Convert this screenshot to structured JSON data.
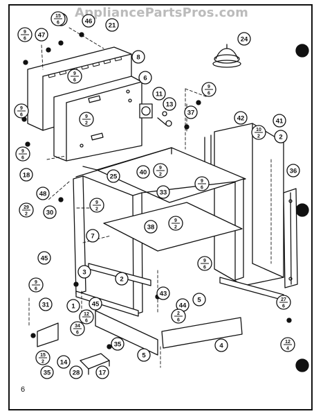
{
  "watermark": "AppliancePartsPros.com",
  "page_number": "6",
  "callouts": [
    {
      "id": "c15",
      "label": "15"
    },
    {
      "id": "c46top",
      "label": "46"
    },
    {
      "id": "c21",
      "label": "21"
    },
    {
      "id": "c24",
      "label": "24"
    },
    {
      "id": "c47",
      "label": "47"
    },
    {
      "id": "c8",
      "label": "8"
    },
    {
      "id": "c6",
      "label": "6"
    },
    {
      "id": "c11",
      "label": "11"
    },
    {
      "id": "c13",
      "label": "13"
    },
    {
      "id": "c37",
      "label": "37"
    },
    {
      "id": "c42",
      "label": "42"
    },
    {
      "id": "c41",
      "label": "41"
    },
    {
      "id": "c2a",
      "label": "2"
    },
    {
      "id": "c18",
      "label": "18"
    },
    {
      "id": "c48",
      "label": "48"
    },
    {
      "id": "c25",
      "label": "25"
    },
    {
      "id": "c40",
      "label": "40"
    },
    {
      "id": "c33",
      "label": "33"
    },
    {
      "id": "c30",
      "label": "30"
    },
    {
      "id": "c36",
      "label": "36"
    },
    {
      "id": "c38",
      "label": "38"
    },
    {
      "id": "c7",
      "label": "7"
    },
    {
      "id": "c3",
      "label": "3"
    },
    {
      "id": "c45a",
      "label": "45"
    },
    {
      "id": "c1",
      "label": "1"
    },
    {
      "id": "c2b",
      "label": "2"
    },
    {
      "id": "c31",
      "label": "31"
    },
    {
      "id": "c45b",
      "label": "45"
    },
    {
      "id": "c43",
      "label": "43"
    },
    {
      "id": "c44",
      "label": "44"
    },
    {
      "id": "c5a",
      "label": "5"
    },
    {
      "id": "c4",
      "label": "4"
    },
    {
      "id": "c35a",
      "label": "35"
    },
    {
      "id": "c35b",
      "label": "35"
    },
    {
      "id": "c14",
      "label": "14"
    },
    {
      "id": "c28",
      "label": "28"
    },
    {
      "id": "c17",
      "label": "17"
    },
    {
      "id": "c5b",
      "label": "5"
    }
  ],
  "fractions": [
    {
      "id": "f9_6a",
      "num": "9",
      "den": "6"
    },
    {
      "id": "f9_6b",
      "num": "9",
      "den": "6"
    },
    {
      "id": "f9_6c",
      "num": "9",
      "den": "6"
    },
    {
      "id": "f9_6d",
      "num": "9",
      "den": "6"
    },
    {
      "id": "f9_6e",
      "num": "9",
      "den": "6"
    },
    {
      "id": "f9_6f",
      "num": "9",
      "den": "6"
    },
    {
      "id": "f9_6g",
      "num": "9",
      "den": "6"
    },
    {
      "id": "f9_6h",
      "num": "9",
      "den": "6"
    },
    {
      "id": "f9_2a",
      "num": "9",
      "den": "2"
    },
    {
      "id": "f9_2b",
      "num": "9",
      "den": "2"
    },
    {
      "id": "f9_2c",
      "num": "9",
      "den": "2"
    },
    {
      "id": "f9_2d",
      "num": "9",
      "den": "2"
    },
    {
      "id": "f10_2",
      "num": "10",
      "den": "2"
    },
    {
      "id": "f29_2",
      "num": "29",
      "den": "2"
    },
    {
      "id": "f27_6",
      "num": "27",
      "den": "6"
    },
    {
      "id": "f12_4",
      "num": "12",
      "den": "4"
    },
    {
      "id": "f15_6",
      "num": "15",
      "den": "6"
    },
    {
      "id": "f34_6",
      "num": "34",
      "den": "6"
    },
    {
      "id": "f12_6",
      "num": "12",
      "den": "6"
    },
    {
      "id": "f15_2",
      "num": "15",
      "den": "2"
    },
    {
      "id": "f2_6",
      "num": "2",
      "den": "6"
    }
  ]
}
